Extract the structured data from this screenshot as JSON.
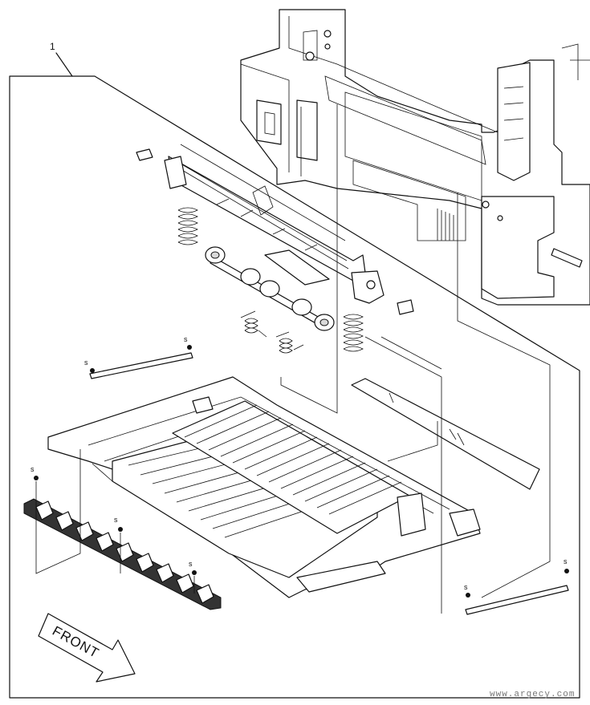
{
  "diagram": {
    "callout_number": "1",
    "screw_label": "s",
    "front_label": "FRONT",
    "watermark": "www.argecy.com"
  }
}
